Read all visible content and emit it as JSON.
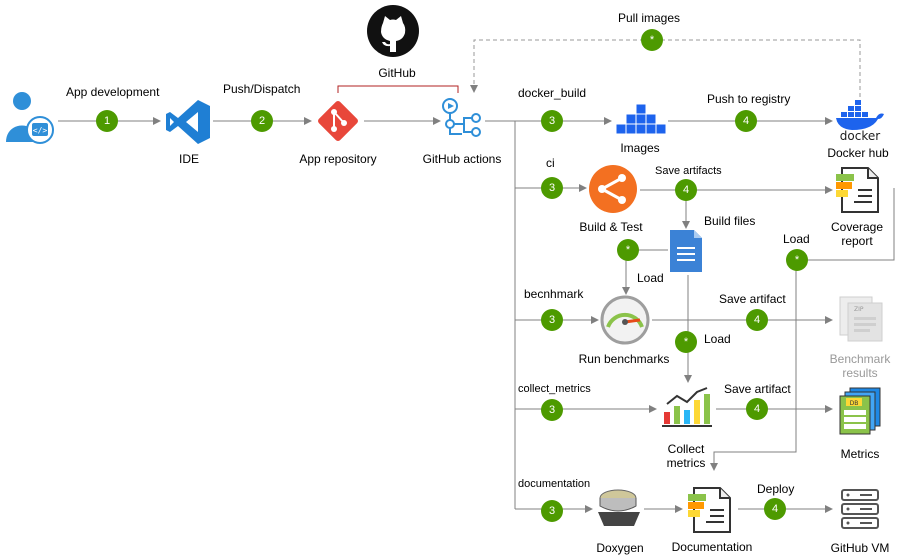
{
  "nodes": {
    "ide": "IDE",
    "app_repository": "App repository",
    "github_actions": "GitHub actions",
    "github_group": "GitHub",
    "images": "Images",
    "docker_hub": "Docker hub",
    "build_test": "Build & Test",
    "coverage_report_1": "Coverage",
    "coverage_report_2": "report",
    "run_benchmarks": "Run benchmarks",
    "benchmark_results_1": "Benchmark",
    "benchmark_results_2": "results",
    "collect_metrics_1": "Collect",
    "collect_metrics_2": "metrics",
    "metrics": "Metrics",
    "doxygen": "Doxygen",
    "documentation": "Documentation",
    "github_vm": "GitHub VM"
  },
  "edges": {
    "app_development": "App development",
    "push_dispatch": "Push/Dispatch",
    "pull_images": "Pull images",
    "docker_build": "docker_build",
    "push_to_registry": "Push to registry",
    "ci": "ci",
    "save_artifacts": "Save artifacts",
    "build_files": "Build files",
    "load_1": "Load",
    "load_2": "Load",
    "load_3": "Load",
    "benchmark_job": "becnhmark",
    "save_artifact_1": "Save artifact",
    "collect_metrics_job": "collect_metrics",
    "save_artifact_2": "Save artifact",
    "documentation_job": "documentation",
    "deploy": "Deploy"
  },
  "badges": {
    "b1": "1",
    "b2": "2",
    "pull": "*",
    "b3a": "3",
    "b4a": "4",
    "b3b": "3",
    "b4b": "4",
    "star_build": "*",
    "star_cov": "*",
    "b3c": "3",
    "b4c": "4",
    "star_load": "*",
    "b3d": "3",
    "b4d": "4",
    "b3e": "3",
    "b4e": "4"
  },
  "colors": {
    "badge": "#4d9a00",
    "line": "#808080",
    "github_bracket": "#b22222",
    "vscode": "#1f7fd4",
    "git": "#e8473a",
    "build": "#f37021",
    "docker": "#1d63ed",
    "person": "#2f8fd8"
  }
}
